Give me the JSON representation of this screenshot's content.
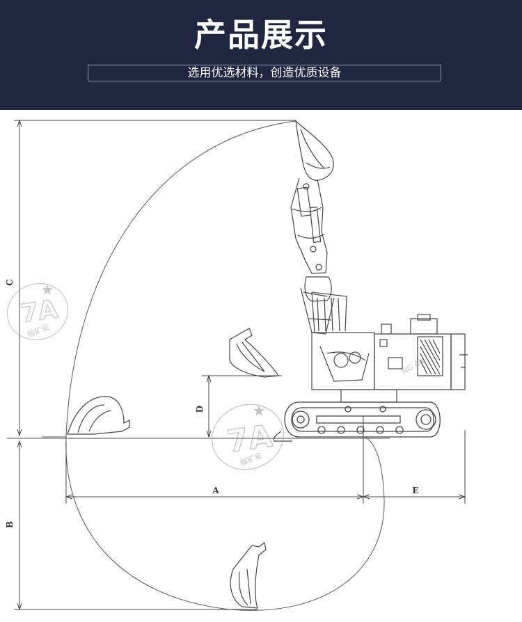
{
  "header": {
    "title": "产品展示",
    "subtitle": "选用优选材料，创造优质设备"
  },
  "diagram": {
    "dimensions": {
      "a": "A",
      "b": "B",
      "c": "C",
      "d": "D",
      "e": "E"
    },
    "watermark": {
      "mark": "7A",
      "brand": "猴矿安",
      "arc_text": "NG AN"
    }
  },
  "colors": {
    "header_bg": "#1e2640",
    "header_text": "#ffffff",
    "line": "#444444"
  }
}
